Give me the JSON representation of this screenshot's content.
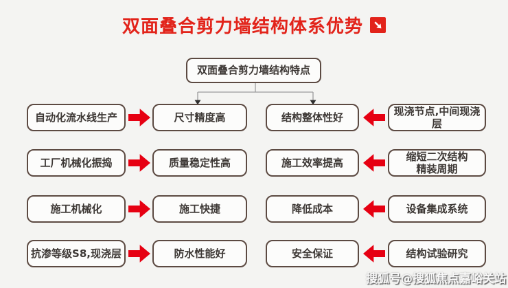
{
  "title": {
    "text": "双面叠合剪力墙结构体系优势",
    "icon": "arrow-down-right"
  },
  "root": {
    "label": "双面叠合剪力墙结构特点"
  },
  "rows": [
    {
      "left_source": "自动化流水线生产",
      "left_benefit": "尺寸精度高",
      "right_benefit": "结构整体性好",
      "right_source": "现浇节点,中间现浇层"
    },
    {
      "left_source": "工厂机械化振捣",
      "left_benefit": "质量稳定性高",
      "right_benefit": "施工效率提高",
      "right_source": "缩短二次结构\n精装周期"
    },
    {
      "left_source": "施工机械化",
      "left_benefit": "施工快捷",
      "right_benefit": "降低成本",
      "right_source": "设备集成系统"
    },
    {
      "left_source": "抗渗等级S8,现浇层",
      "left_benefit": "防水性能好",
      "right_benefit": "安全保证",
      "right_source": "结构试验研究"
    }
  ],
  "watermark": "搜狐号@搜狐焦点嘉峪关站",
  "colors": {
    "accent_red": "#e2231a",
    "arrow_red": "#e60012",
    "box_border": "#5c4a42",
    "background": "#f4f4f2"
  }
}
